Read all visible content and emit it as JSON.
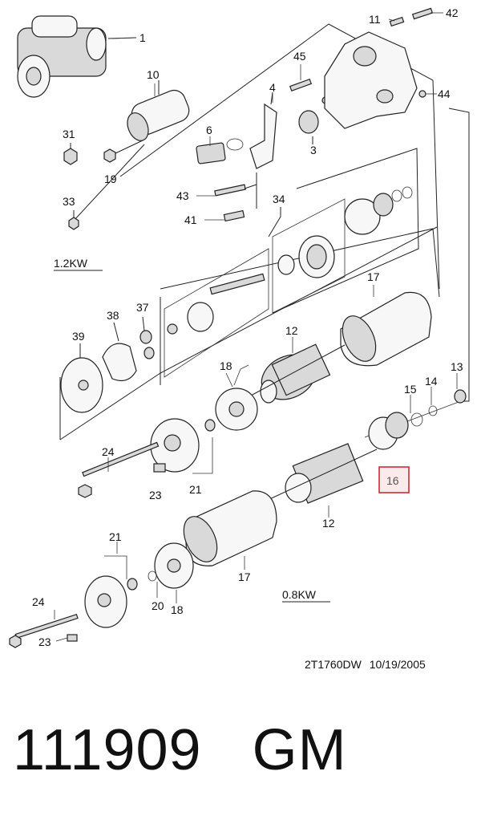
{
  "callouts": [
    {
      "id": "c1",
      "label": "1"
    },
    {
      "id": "c10",
      "label": "10"
    },
    {
      "id": "c31",
      "label": "31"
    },
    {
      "id": "c19",
      "label": "19"
    },
    {
      "id": "c33",
      "label": "33"
    },
    {
      "id": "c6",
      "label": "6"
    },
    {
      "id": "c4",
      "label": "4"
    },
    {
      "id": "c45",
      "label": "45"
    },
    {
      "id": "c11",
      "label": "11"
    },
    {
      "id": "c42",
      "label": "42"
    },
    {
      "id": "c44",
      "label": "44"
    },
    {
      "id": "c3",
      "label": "3"
    },
    {
      "id": "c43",
      "label": "43"
    },
    {
      "id": "c41",
      "label": "41"
    },
    {
      "id": "c34",
      "label": "34"
    },
    {
      "id": "c17a",
      "label": "17"
    },
    {
      "id": "c38",
      "label": "38"
    },
    {
      "id": "c37",
      "label": "37"
    },
    {
      "id": "c39",
      "label": "39"
    },
    {
      "id": "c12a",
      "label": "12"
    },
    {
      "id": "c18a",
      "label": "18"
    },
    {
      "id": "c13",
      "label": "13"
    },
    {
      "id": "c14",
      "label": "14"
    },
    {
      "id": "c15",
      "label": "15"
    },
    {
      "id": "c24a",
      "label": "24"
    },
    {
      "id": "c23a",
      "label": "23"
    },
    {
      "id": "c21a",
      "label": "21"
    },
    {
      "id": "c16",
      "label": "16"
    },
    {
      "id": "c12b",
      "label": "12"
    },
    {
      "id": "c21b",
      "label": "21"
    },
    {
      "id": "c17b",
      "label": "17"
    },
    {
      "id": "c20",
      "label": "20"
    },
    {
      "id": "c18b",
      "label": "18"
    },
    {
      "id": "c24b",
      "label": "24"
    },
    {
      "id": "c23b",
      "label": "23"
    }
  ],
  "labels": {
    "variant_high": "1.2KW",
    "variant_low": "0.8KW",
    "highlighted": "16"
  },
  "footer": {
    "drawing_code": "2T1760DW",
    "date": "10/19/2005"
  },
  "title": {
    "part_number": "111909",
    "brand": "GM"
  },
  "colors": {
    "highlight": "#cc2b3b",
    "highlight_fill": "#fbeaec"
  }
}
